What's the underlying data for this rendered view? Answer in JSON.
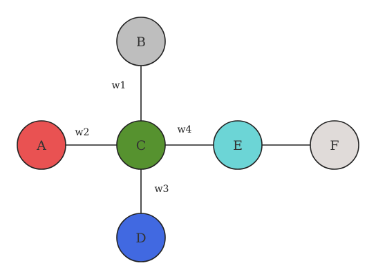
{
  "nodes": [
    {
      "id": "A",
      "label": "A",
      "color": "#e95252"
    },
    {
      "id": "B",
      "label": "B",
      "color": "#bebebe"
    },
    {
      "id": "C",
      "label": "C",
      "color": "#56922f"
    },
    {
      "id": "D",
      "label": "D",
      "color": "#4169e1"
    },
    {
      "id": "E",
      "label": "E",
      "color": "#6cd5d6"
    },
    {
      "id": "F",
      "label": "F",
      "color": "#e0dbd9"
    }
  ],
  "edges": [
    {
      "from": "B",
      "to": "C",
      "label": "w1"
    },
    {
      "from": "A",
      "to": "C",
      "label": "w2"
    },
    {
      "from": "C",
      "to": "D",
      "label": "w3"
    },
    {
      "from": "C",
      "to": "E",
      "label": "w4"
    },
    {
      "from": "E",
      "to": "F",
      "label": ""
    }
  ]
}
